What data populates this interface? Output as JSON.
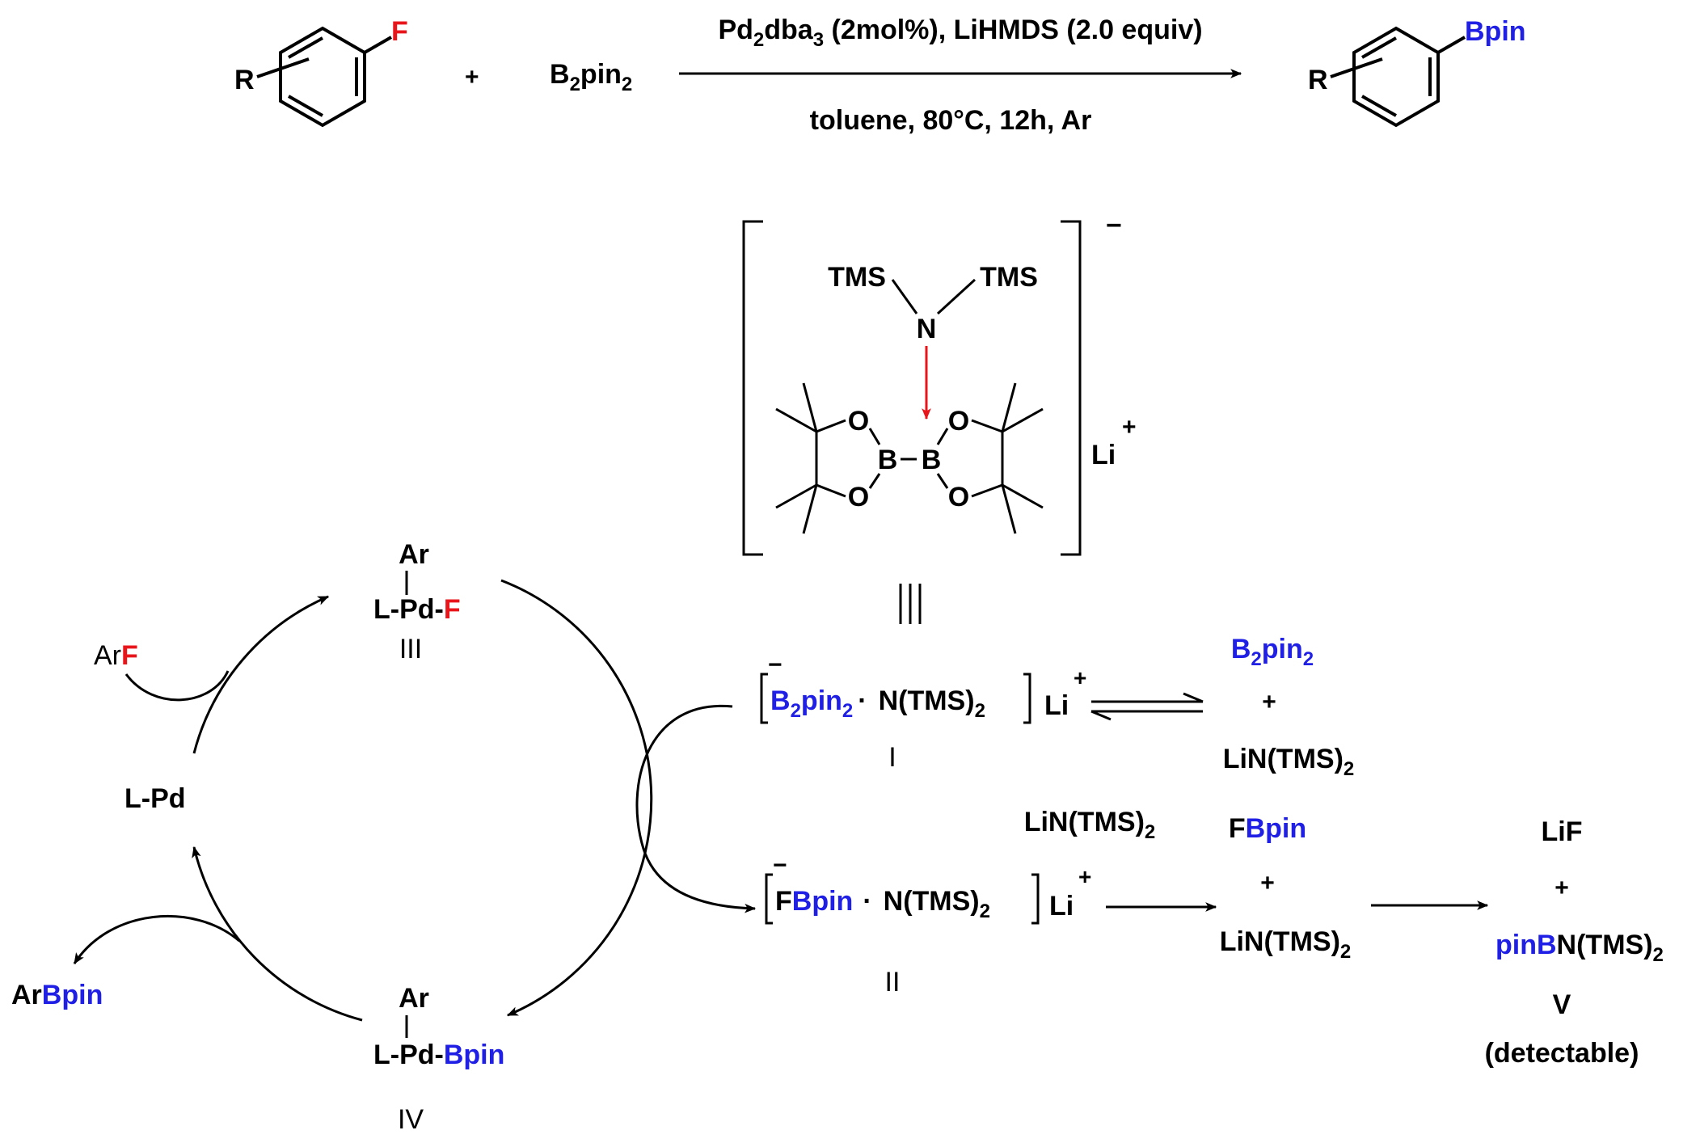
{
  "colors": {
    "black": "#000000",
    "red": "#e8151b",
    "blue": "#1f1fe6"
  },
  "reaction": {
    "substrate": {
      "r": "R",
      "f": "F"
    },
    "plus": "+",
    "reagent": {
      "b": "B",
      "sub": "2",
      "pin": "pin",
      "sub2": "2"
    },
    "conditions_top": {
      "pd": "Pd",
      "s1": "2",
      "dba": "dba",
      "s2": "3",
      "rest": " (2mol%), LiHMDS (2.0 equiv)"
    },
    "conditions_bottom": "toluene, 80°C, 12h, Ar",
    "product": {
      "r": "R",
      "bpin": "Bpin"
    }
  },
  "complex": {
    "tms_left": "TMS",
    "tms_right": "TMS",
    "n": "N",
    "b_left": "B",
    "b_right": "B",
    "o": "O",
    "charge": "−",
    "li": "Li",
    "li_charge": "+"
  },
  "cycle": {
    "iii": {
      "ar": "Ar",
      "lpd": "L-Pd-",
      "f": "F",
      "label": "III"
    },
    "iv": {
      "ar": "Ar",
      "lpd": "L-Pd-",
      "bpin": "Bpin",
      "label": "IV"
    },
    "lpd": "L-Pd",
    "arf": {
      "ar": "Ar",
      "f": "F"
    },
    "arbpin": {
      "ar": "Ar",
      "bpin": "Bpin"
    }
  },
  "intermediate_i": {
    "charge": "−",
    "b": "B",
    "sub": "2",
    "pin": "pin",
    "sub2": "2",
    "dot": "·",
    "amide": "N(TMS)",
    "amide_sub": "2",
    "li": "Li",
    "li_charge": "+",
    "label": "I"
  },
  "equilibrium_products": {
    "b2pin2": {
      "b": "B",
      "sub": "2",
      "pin": "pin",
      "sub2": "2"
    },
    "plus": "+",
    "lin": {
      "main": "LiN(TMS)",
      "sub": "2"
    }
  },
  "intermediate_ii": {
    "charge": "−",
    "f": "F",
    "bpin": "Bpin",
    "dot": "·",
    "amide": "N(TMS)",
    "amide_sub": "2",
    "li": "Li",
    "li_charge": "+",
    "label": "II"
  },
  "lin_reagent": {
    "main": "LiN(TMS)",
    "sub": "2"
  },
  "fbpin_products": {
    "f": "F",
    "bpin": "Bpin",
    "plus": "+",
    "lin": {
      "main": "LiN(TMS)",
      "sub": "2"
    }
  },
  "final_products": {
    "lif": "LiF",
    "plus": "+",
    "pinb": "pinB",
    "amide": "N(TMS)",
    "amide_sub": "2",
    "label": "V",
    "note": "(detectable)"
  }
}
